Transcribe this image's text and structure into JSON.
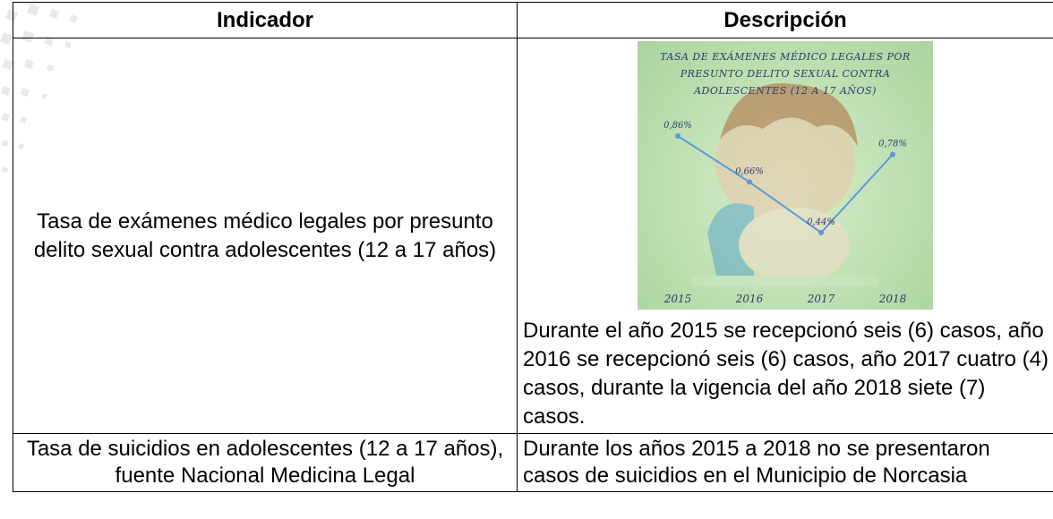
{
  "table": {
    "header_indicator": "Indicador",
    "header_description": "Descripción",
    "rows": [
      {
        "indicator": "Tasa de exámenes médico legales por presunto delito sexual contra adolescentes (12 a 17 años)",
        "description": "Durante el año 2015 se recepcionó seis (6) casos, año 2016 se recepcionó seis (6) casos, año 2017 cuatro (4) casos, durante la vigencia del año 2018 siete (7) casos."
      },
      {
        "indicator": "Tasa de suicidios en adolescentes (12 a 17 años), fuente Nacional Medicina Legal",
        "description": "Durante los años 2015 a 2018 no se presentaron casos de suicidios en el Municipio de Norcasia"
      }
    ]
  },
  "chart_data": {
    "type": "line",
    "title": "TASA DE EXÁMENES MÉDICO LEGALES POR PRESUNTO DELITO SEXUAL CONTRA ADOLESCENTES (12 A 17 AÑOS)",
    "categories": [
      "2015",
      "2016",
      "2017",
      "2018"
    ],
    "values": [
      0.86,
      0.66,
      0.44,
      0.78
    ],
    "data_labels": [
      "0,86%",
      "0,66%",
      "0,44%",
      "0,78%"
    ],
    "ylim": [
      0.3,
      1.0
    ],
    "line_color": "#5b9bd5",
    "label_color": "#2d3a6a",
    "grid": false,
    "legend": "none"
  }
}
